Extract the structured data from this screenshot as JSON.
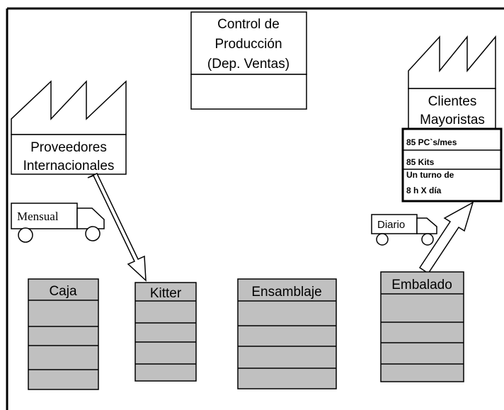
{
  "control": {
    "line1": "Control de",
    "line2": "Producción",
    "line3": "(Dep. Ventas)"
  },
  "supplier": {
    "line1": "Proveedores",
    "line2": "Internacionales"
  },
  "customer": {
    "line1": "Clientes",
    "line2": "Mayoristas"
  },
  "customer_data": {
    "row1": "85 PC`s/mes",
    "row2": "85 Kits",
    "row3a": "Un turno de",
    "row3b": "8 h X día"
  },
  "shipments": {
    "inbound": "Mensual",
    "outbound": "Diario"
  },
  "processes": [
    {
      "name": "Caja"
    },
    {
      "name": "Kitter"
    },
    {
      "name": "Ensamblaje"
    },
    {
      "name": "Embalado"
    }
  ],
  "colors": {
    "process_fill": "#c0c0c0",
    "line": "#000000",
    "background": "#ffffff"
  }
}
